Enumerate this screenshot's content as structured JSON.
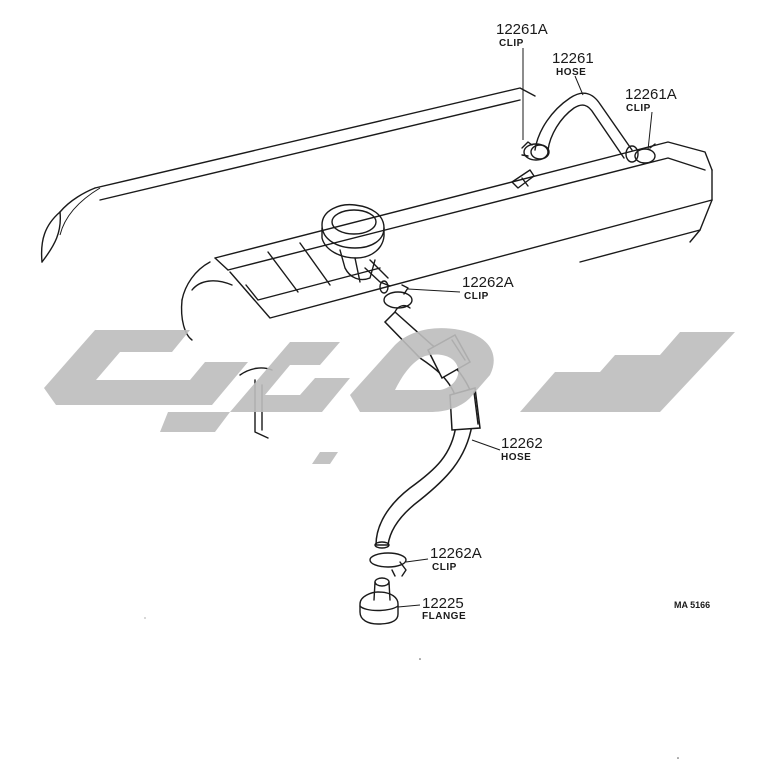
{
  "parts": [
    {
      "id": "clip-top-left",
      "number": "12261A",
      "name": "CLIP"
    },
    {
      "id": "hose-top",
      "number": "12261",
      "name": "HOSE"
    },
    {
      "id": "clip-top-right",
      "number": "12261A",
      "name": "CLIP"
    },
    {
      "id": "clip-mid",
      "number": "12262A",
      "name": "CLIP"
    },
    {
      "id": "hose-main",
      "number": "12262",
      "name": "HOSE"
    },
    {
      "id": "clip-bottom",
      "number": "12262A",
      "name": "CLIP"
    },
    {
      "id": "flange",
      "number": "12225",
      "name": "FLANGE"
    }
  ],
  "reference_code": "MA 5166",
  "colors": {
    "line": "#1a1a1a",
    "watermark": "#bdbdbd",
    "background": "#ffffff"
  }
}
